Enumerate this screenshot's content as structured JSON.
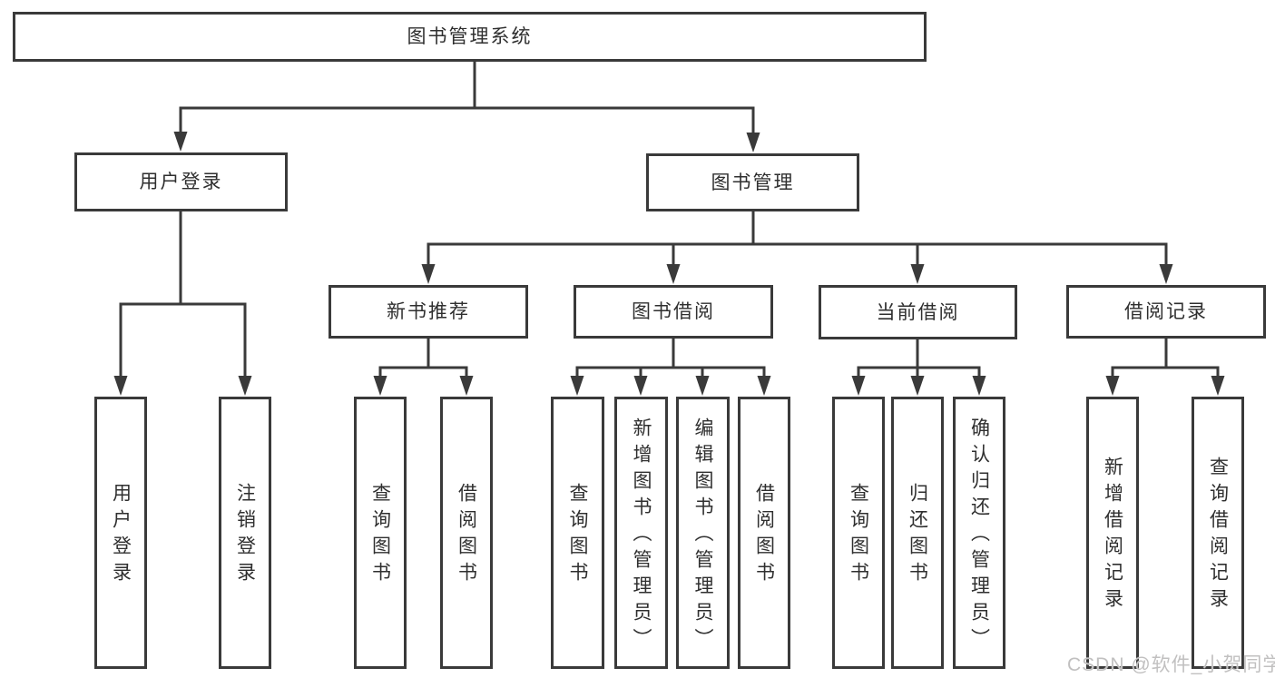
{
  "tree": {
    "root": {
      "label": "图书管理系统"
    },
    "branches": [
      {
        "label": "用户登录",
        "children": [
          {
            "label": "用户登录"
          },
          {
            "label": "注销登录"
          }
        ]
      },
      {
        "label": "图书管理",
        "children": [
          {
            "label": "新书推荐",
            "children": [
              {
                "label": "查询图书"
              },
              {
                "label": "借阅图书"
              }
            ]
          },
          {
            "label": "图书借阅",
            "children": [
              {
                "label": "查询图书"
              },
              {
                "label": "新增图书（管理员）"
              },
              {
                "label": "编辑图书（管理员）"
              },
              {
                "label": "借阅图书"
              }
            ]
          },
          {
            "label": "当前借阅",
            "children": [
              {
                "label": "查询图书"
              },
              {
                "label": "归还图书"
              },
              {
                "label": "确认归还（管理员）"
              }
            ]
          },
          {
            "label": "借阅记录",
            "children": [
              {
                "label": "新增借阅记录"
              },
              {
                "label": "查询借阅记录"
              }
            ]
          }
        ]
      }
    ]
  },
  "watermark": "CSDN @软件_小贺同学",
  "colors": {
    "line": "#3a3a3a",
    "text": "#2f2f2f",
    "watermark": "#c1c0c0",
    "background": "#ffffff"
  }
}
